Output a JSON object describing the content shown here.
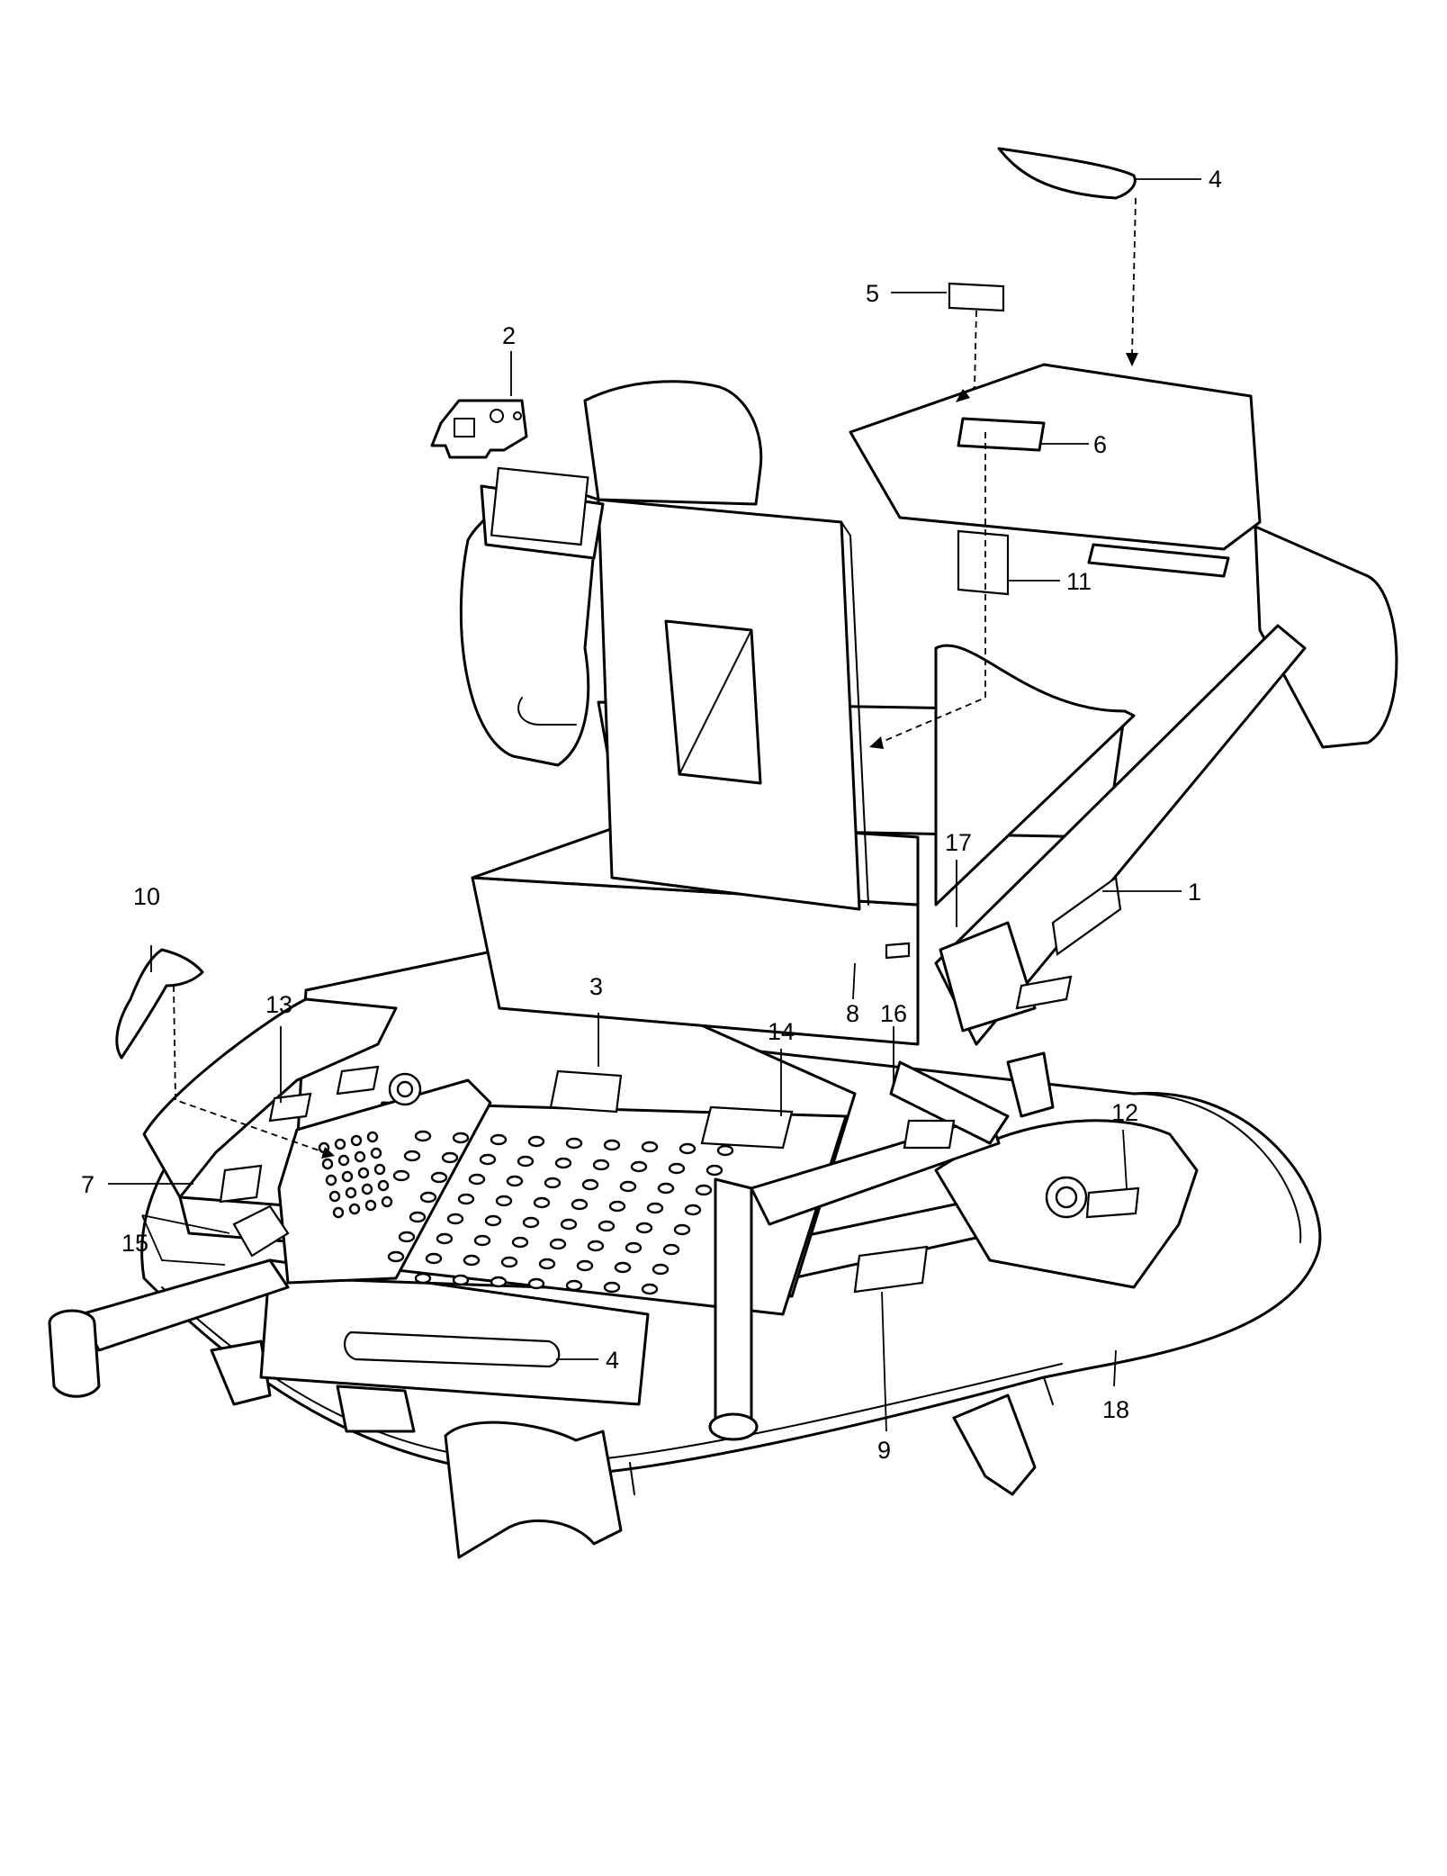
{
  "colors": {
    "line": "#000000",
    "background": "#ffffff"
  },
  "callouts": [
    {
      "id": "c1",
      "label": "1"
    },
    {
      "id": "c2",
      "label": "2"
    },
    {
      "id": "c3",
      "label": "3"
    },
    {
      "id": "c4a",
      "label": "4"
    },
    {
      "id": "c4b",
      "label": "4"
    },
    {
      "id": "c5",
      "label": "5"
    },
    {
      "id": "c6",
      "label": "6"
    },
    {
      "id": "c7",
      "label": "7"
    },
    {
      "id": "c8",
      "label": "8"
    },
    {
      "id": "c9",
      "label": "9"
    },
    {
      "id": "c10",
      "label": "10"
    },
    {
      "id": "c11",
      "label": "11"
    },
    {
      "id": "c12",
      "label": "12"
    },
    {
      "id": "c13",
      "label": "13"
    },
    {
      "id": "c14",
      "label": "14"
    },
    {
      "id": "c15",
      "label": "15"
    },
    {
      "id": "c16",
      "label": "16"
    },
    {
      "id": "c17",
      "label": "17"
    },
    {
      "id": "c18",
      "label": "18"
    }
  ]
}
